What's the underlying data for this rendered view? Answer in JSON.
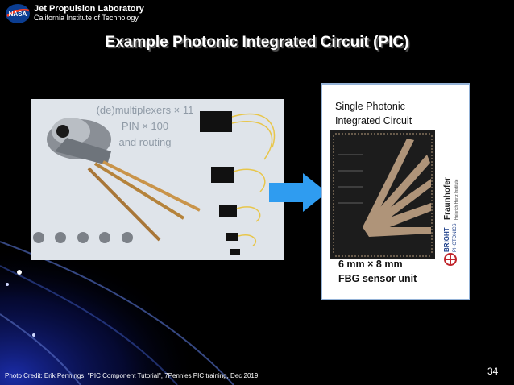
{
  "header": {
    "logo_label": "NASA",
    "org_name": "Jet Propulsion Laboratory",
    "org_sub": "California Institute of Technology"
  },
  "slide": {
    "title": "Example Photonic Integrated Circuit (PIC)",
    "left_caption": [
      "(de)multiplexers × 11",
      "PIN × 100",
      "and routing"
    ],
    "right_title": [
      "Single Photonic",
      "Integrated Circuit"
    ],
    "right_size": [
      "6 mm × 8 mm",
      "FBG sensor unit"
    ],
    "logos": {
      "fraunhofer": "Fraunhofer",
      "fraunhofer_sub": "Heinrich Hertz Institute",
      "bright": "BRIGHT",
      "bright_sub": "PHOTONICS"
    }
  },
  "footer": {
    "credit": "Photo Credit: Erik Pennings, \"PIC Component Tutorial\", 7Pennies PIC training, Dec 2019",
    "page_number": "34"
  },
  "colors": {
    "background": "#000000",
    "arrow": "#2f9cf0",
    "panel_border": "#95b3d7",
    "swoosh": "#1b2fa8"
  }
}
